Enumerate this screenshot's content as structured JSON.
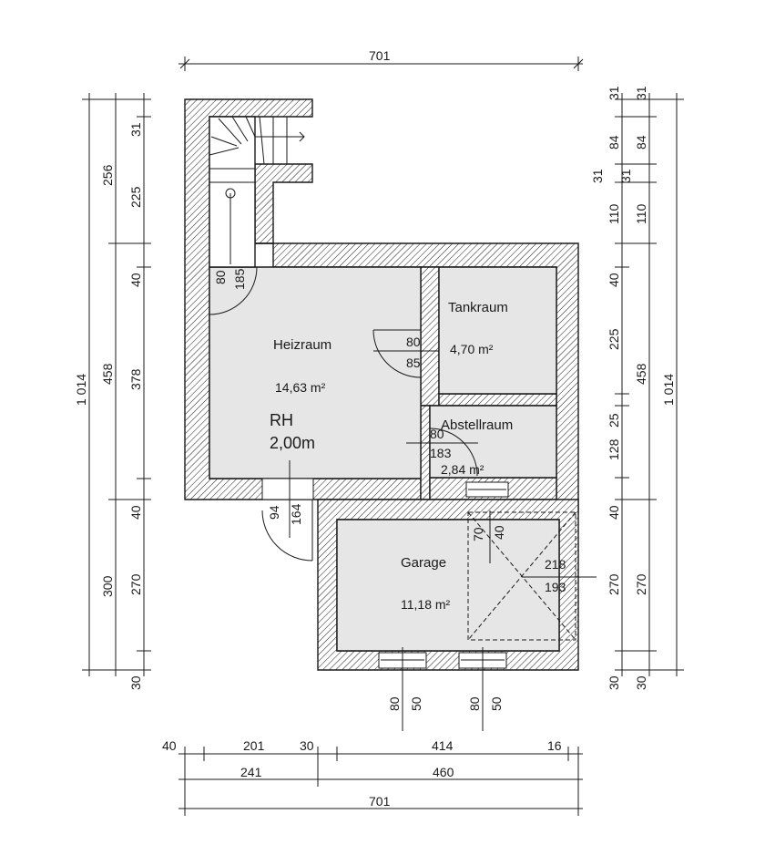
{
  "rooms": {
    "heizraum": {
      "name": "Heizraum",
      "area": "14,63 m²"
    },
    "tankraum": {
      "name": "Tankraum",
      "area": "4,70 m²"
    },
    "abstellraum": {
      "name": "Abstellraum",
      "area": "2,84 m²"
    },
    "garage": {
      "name": "Garage",
      "area": "11,18 m²"
    },
    "rh_label": "RH",
    "rh_value": "2,00m"
  },
  "dims": {
    "top_total": "701",
    "bottom_row1": [
      "40",
      "201",
      "30",
      "414",
      "16"
    ],
    "bottom_row2": [
      "241",
      "460"
    ],
    "bottom_row3": "701",
    "left_outer": "1 014",
    "left_mid": [
      "256",
      "458",
      "300"
    ],
    "left_inner": [
      "31",
      "225",
      "40",
      "378",
      "40",
      "270",
      "30"
    ],
    "right_inner": [
      "31",
      "84",
      "31",
      "110",
      "40",
      "225",
      "25",
      "128",
      "40",
      "270",
      "30"
    ],
    "right_mid": [
      "31",
      "84",
      "31",
      "110",
      "458",
      "270",
      "30"
    ],
    "right_outer": "1 014"
  },
  "openings": {
    "stair_door": [
      "80",
      "185"
    ],
    "tank_door": [
      "80",
      "85"
    ],
    "abstell_door": [
      "80",
      "183"
    ],
    "entry_door": [
      "94",
      "164"
    ],
    "garage_side_window": [
      "70",
      "40"
    ],
    "garage_gate": [
      "218",
      "193"
    ],
    "garage_window_left": [
      "80",
      "50"
    ],
    "garage_window_right": [
      "80",
      "50"
    ]
  }
}
